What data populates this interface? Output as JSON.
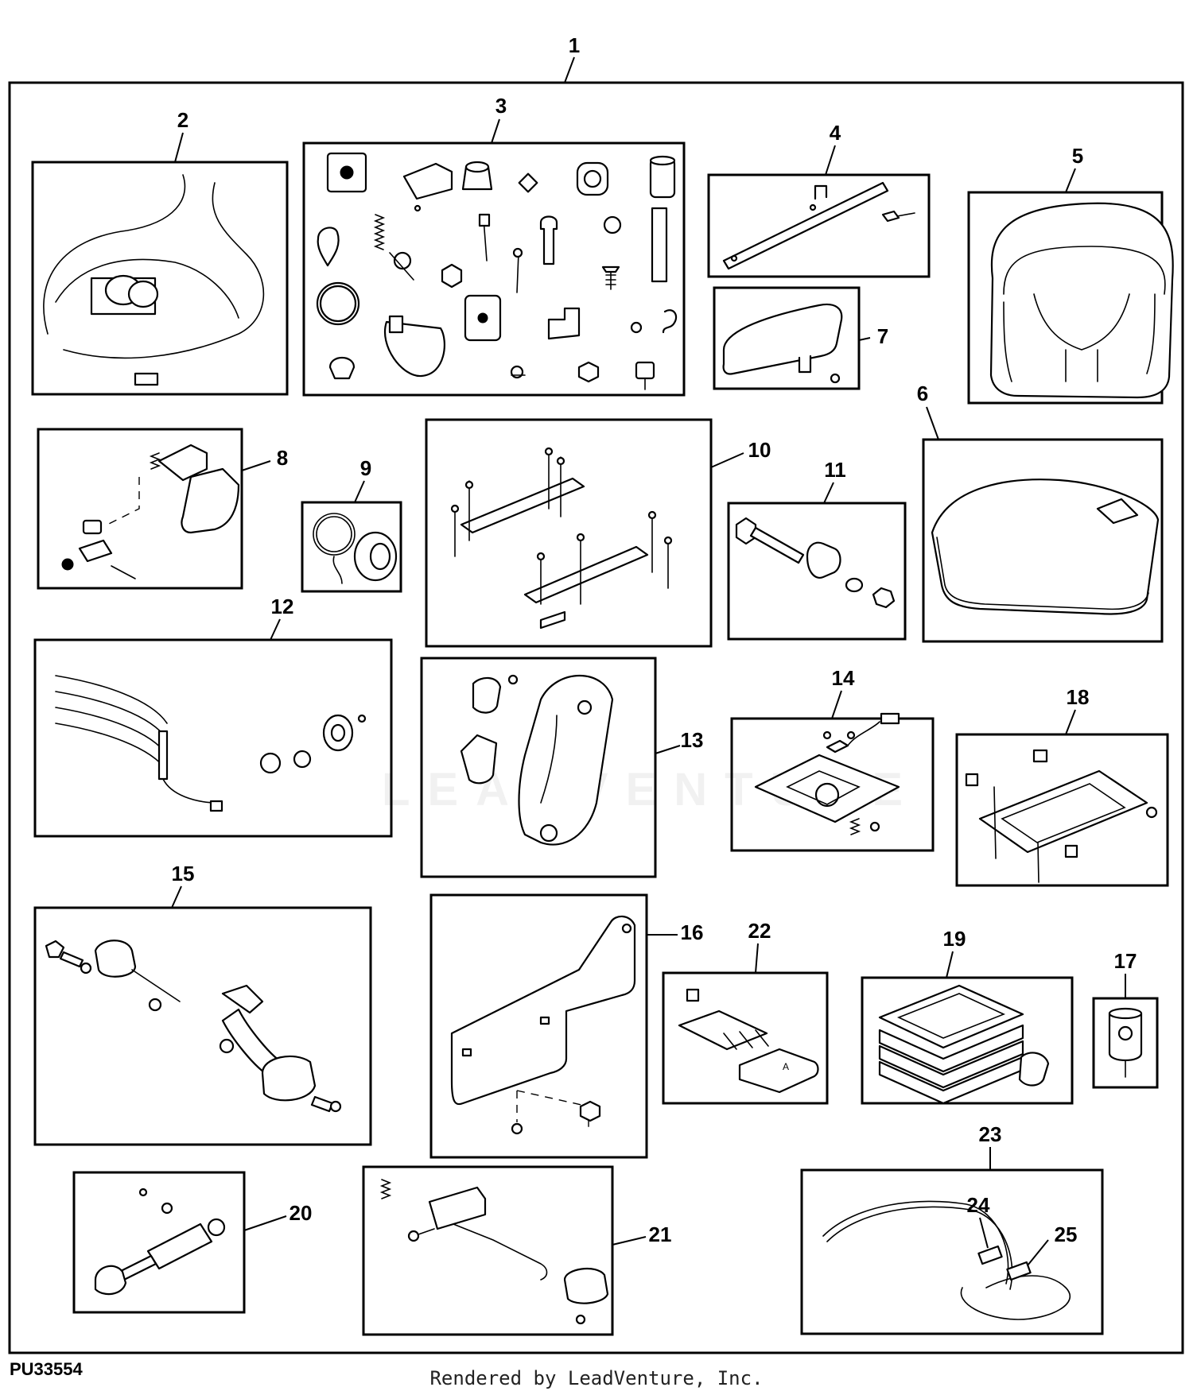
{
  "diagram_id": "PU33554",
  "credit": "Rendered by LeadVenture, Inc.",
  "watermark": "LEADVENTURE",
  "callouts": {
    "c1": "1",
    "c2": "2",
    "c3": "3",
    "c4": "4",
    "c5": "5",
    "c6": "6",
    "c7": "7",
    "c8": "8",
    "c9": "9",
    "c10": "10",
    "c11": "11",
    "c12": "12",
    "c13": "13",
    "c14": "14",
    "c15": "15",
    "c16": "16",
    "c17": "17",
    "c18": "18",
    "c19": "19",
    "c20": "20",
    "c21": "21",
    "c22": "22",
    "c23": "23",
    "c24": "24",
    "c25": "25"
  },
  "colors": {
    "line": "#000000",
    "background": "#ffffff"
  }
}
